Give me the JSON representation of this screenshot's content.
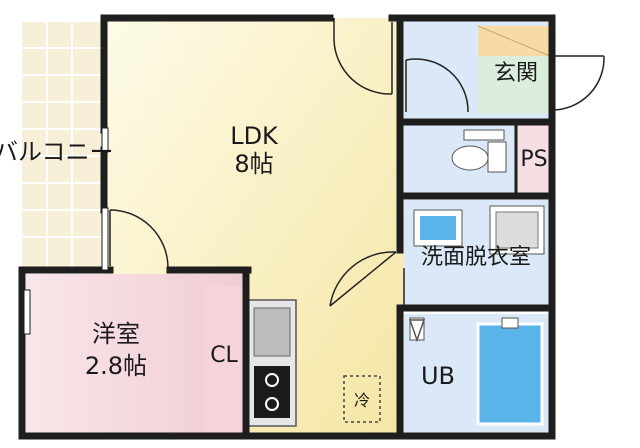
{
  "rooms": {
    "ldk": {
      "name": "LDK",
      "size": "8帖"
    },
    "western": {
      "name": "洋室",
      "size": "2.8帖"
    },
    "closet": {
      "name": "CL"
    },
    "entrance": {
      "name": "玄関"
    },
    "ps": {
      "name": "PS"
    },
    "washroom": {
      "name": "洗面脱衣室"
    },
    "bath": {
      "name": "UB"
    },
    "balcony": {
      "name": "バルコニー"
    },
    "fridge": {
      "name": "冷"
    }
  },
  "colors": {
    "wall": "#1e1e1e",
    "ldk_light": "#fdfbe8",
    "ldk_warm": "#f7e9a8",
    "western": "#f6dfe3",
    "western_edge": "#eec7cf",
    "entrance": "#dbeedd",
    "wet_area": "#dbe8f7",
    "balcony": "#f8efd8",
    "balcony_grid": "#ffffff",
    "entrance_step": "#f7dba6",
    "fixture_blue": "#5ab4ea",
    "kitchen_gray": "#9a9a9a"
  }
}
